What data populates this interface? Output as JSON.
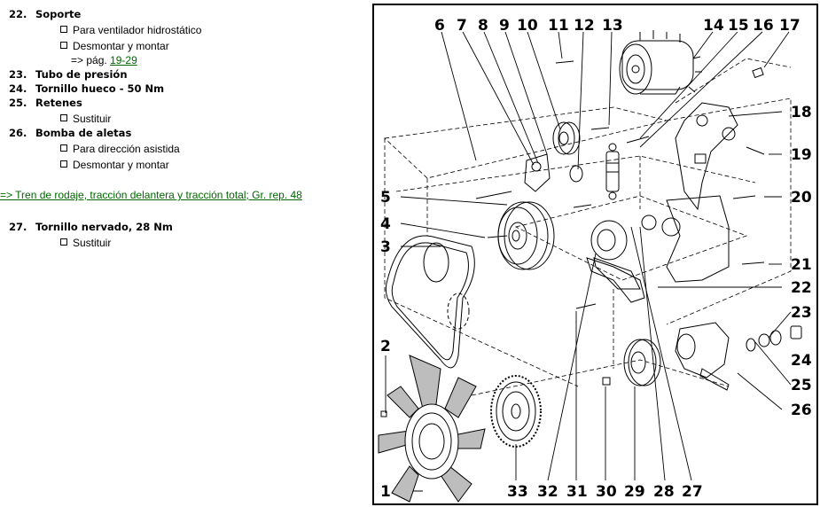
{
  "legend": {
    "item22": {
      "num": "22.",
      "title": "Soporte",
      "b1": "Para ventilador hidrostático",
      "b2": "Desmontar y montar",
      "ref_prefix": "=> pág.",
      "ref_link": "19-29"
    },
    "item23": {
      "num": "23.",
      "title": "Tubo de presión"
    },
    "item24": {
      "num": "24.",
      "title": "Tornillo hueco - 50 Nm"
    },
    "item25": {
      "num": "25.",
      "title": "Retenes",
      "b1": "Sustituir"
    },
    "item26": {
      "num": "26.",
      "title": "Bomba de aletas",
      "b1": "Para dirección asistida",
      "b2": "Desmontar y montar"
    },
    "xref": "=> Tren de rodaje, tracción delantera y tracción total; Gr. rep. 48",
    "item27": {
      "num": "27.",
      "title": "Tornillo nervado, 28 Nm",
      "b1": "Sustituir"
    }
  },
  "diagram": {
    "callouts": {
      "c1": "1",
      "c2": "2",
      "c3": "3",
      "c4": "4",
      "c5": "5",
      "c6": "6",
      "c7": "7",
      "c8": "8",
      "c9": "9",
      "c10": "10",
      "c11": "11",
      "c12": "12",
      "c13": "13",
      "c14": "14",
      "c15": "15",
      "c16": "16",
      "c17": "17",
      "c18": "18",
      "c19": "19",
      "c20": "20",
      "c21": "21",
      "c22": "22",
      "c23": "23",
      "c24": "24",
      "c25": "25",
      "c26": "26",
      "c27": "27",
      "c28": "28",
      "c29": "29",
      "c30": "30",
      "c31": "31",
      "c32": "32",
      "c33": "33"
    }
  }
}
